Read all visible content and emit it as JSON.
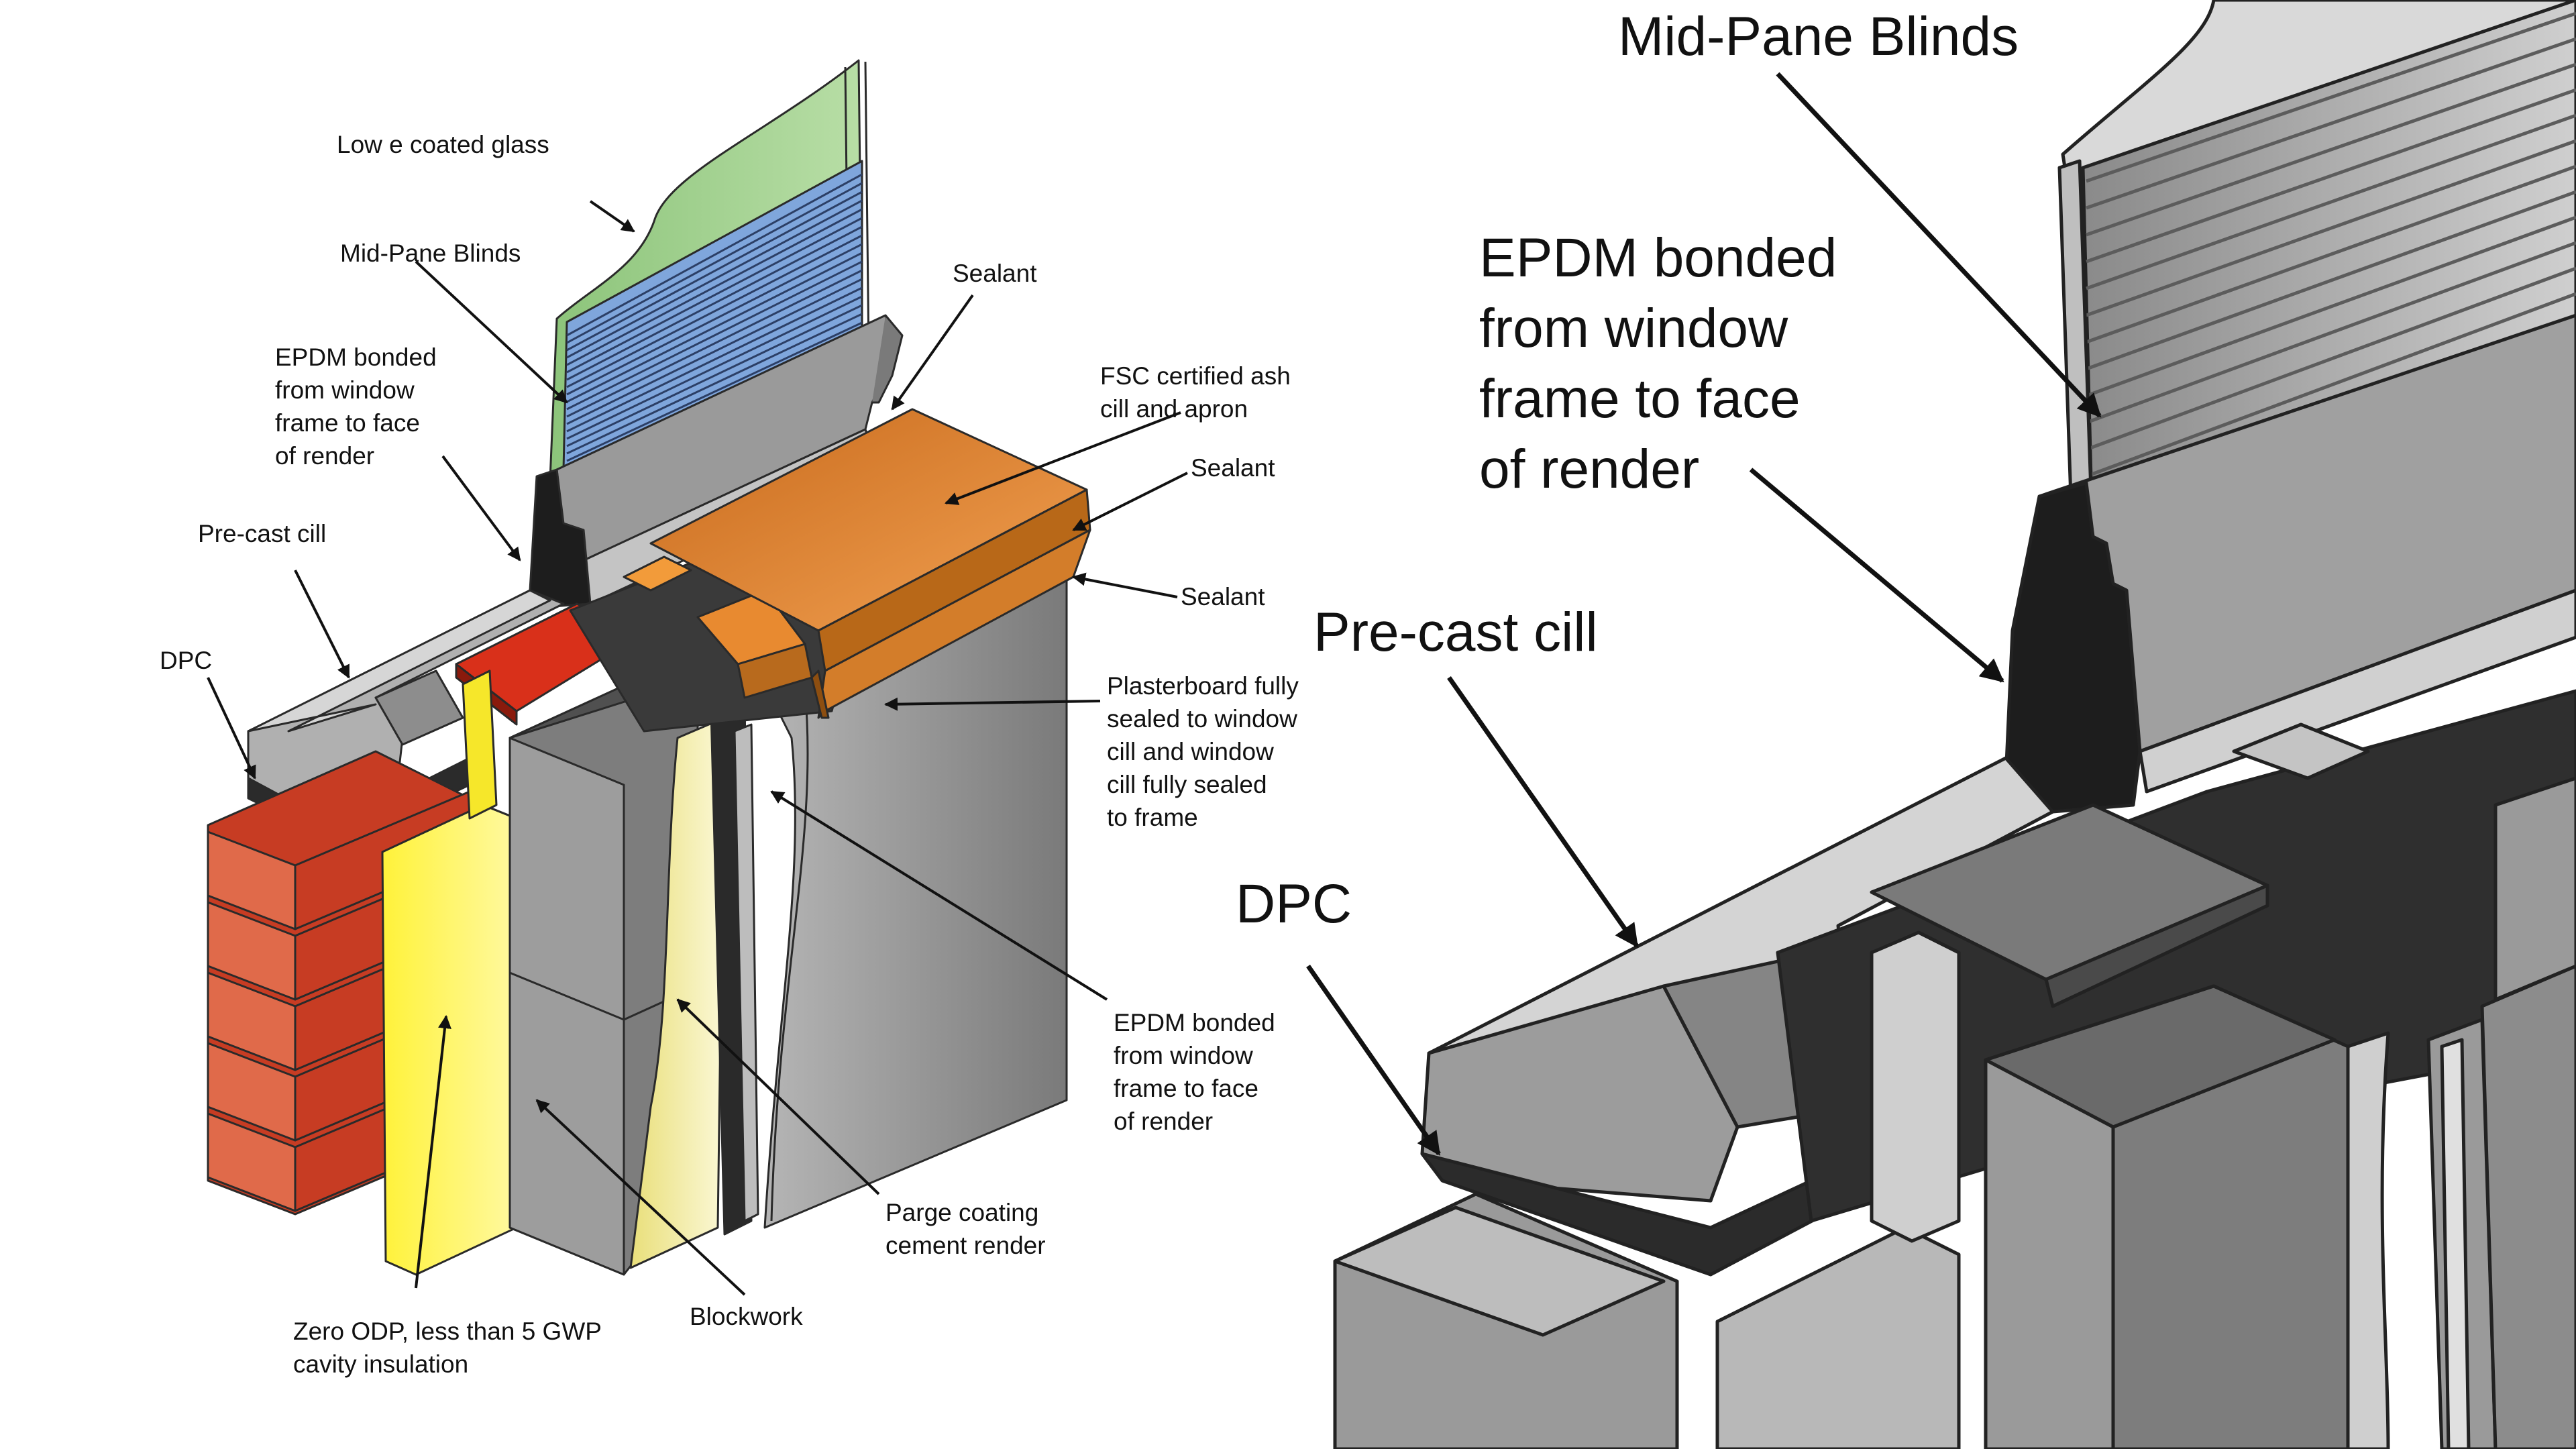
{
  "colors": {
    "glass": "#9fd08c",
    "blinds": "#7fa6dc",
    "ash_cill": "#e88a30",
    "insulation": "#fff23a",
    "parge": "#f4eeaa",
    "brick": "#e06a4a",
    "dpc_red": "#d9301a",
    "blockwork": "#7d7d7d",
    "epdm": "#1d1d1d",
    "render": "#a7a7a7"
  },
  "labels_left": {
    "glass": "Low e coated glass",
    "blinds": "Mid-Pane Blinds",
    "epdm_top": [
      "EPDM bonded",
      "from window",
      "frame to face",
      "of render"
    ],
    "sealant_1": "Sealant",
    "fsc": [
      "FSC certified ash",
      "cill and apron"
    ],
    "sealant_2": "Sealant",
    "sealant_3": "Sealant",
    "precast": "Pre-cast cill",
    "dpc": "DPC",
    "plasterboard": [
      "Plasterboard fully",
      "sealed to window",
      "cill and window",
      "cill fully sealed",
      "to frame"
    ],
    "epdm_bottom": [
      "EPDM bonded",
      "from window",
      "frame to face",
      "of render"
    ],
    "parge": [
      "Parge coating",
      "cement render"
    ],
    "blockwork": "Blockwork",
    "insulation": [
      "Zero ODP, less than 5 GWP",
      "cavity insulation"
    ]
  },
  "labels_right": {
    "blinds": "Mid-Pane Blinds",
    "epdm": [
      "EPDM bonded",
      "from window",
      "frame to face",
      "of render"
    ],
    "precast": "Pre-cast cill",
    "dpc": "DPC"
  }
}
